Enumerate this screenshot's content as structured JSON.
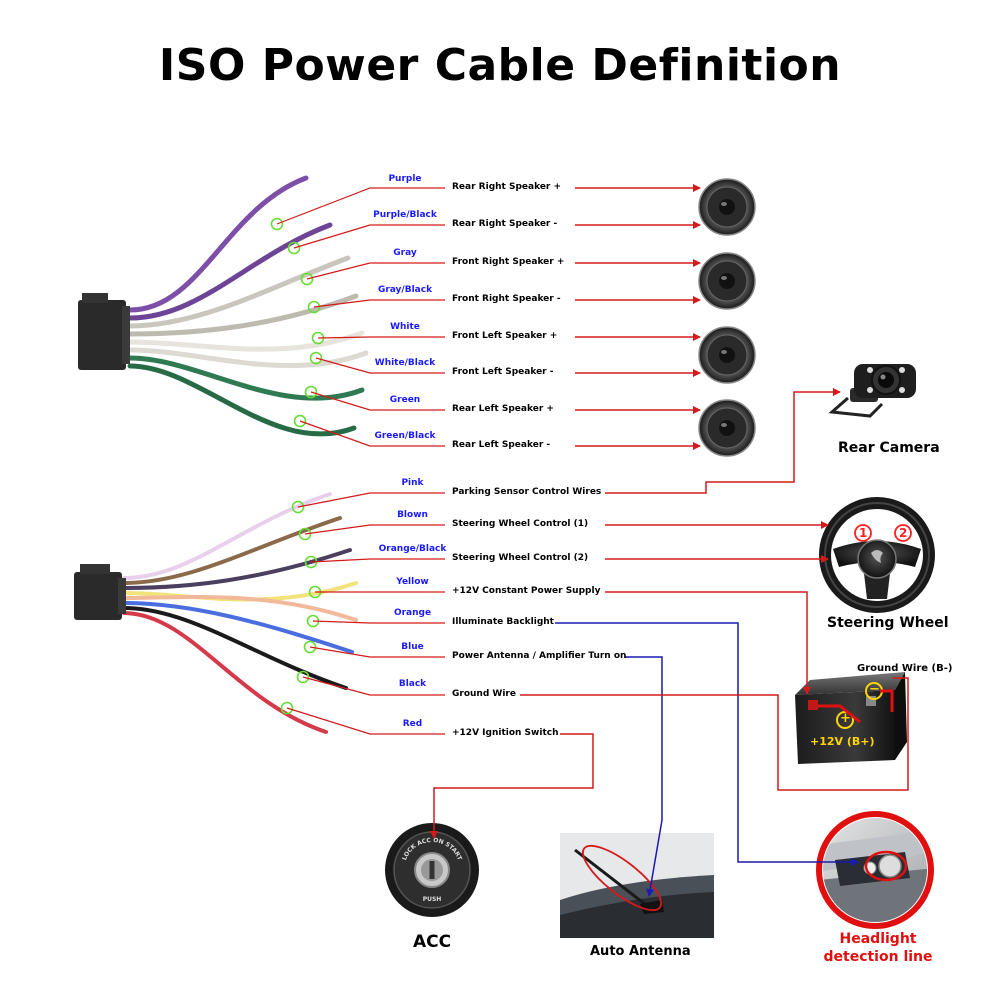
{
  "title": "ISO Power Cable Definition",
  "colors": {
    "wire_line": "#d41a1a",
    "connector_line": "#1a1ab4",
    "joint_ring": "#66dd33",
    "color_label": "#1a1aff"
  },
  "speaker_wires": [
    {
      "color_name": "Purple",
      "function": "Rear Right Speaker +",
      "wire_hex": "#7e4fa8"
    },
    {
      "color_name": "Purple/Black",
      "function": "Rear Right Speaker -",
      "wire_hex": "#6e4596"
    },
    {
      "color_name": "Gray",
      "function": "Front Right Speaker +",
      "wire_hex": "#c9c7bd"
    },
    {
      "color_name": "Gray/Black",
      "function": "Front Right Speaker -",
      "wire_hex": "#bdbbb0"
    },
    {
      "color_name": "White",
      "function": "Front Left Speaker +",
      "wire_hex": "#e6e4dc"
    },
    {
      "color_name": "White/Black",
      "function": "Front Left Speaker -",
      "wire_hex": "#dcdad2"
    },
    {
      "color_name": "Green",
      "function": "Rear Left Speaker +",
      "wire_hex": "#2f7a52"
    },
    {
      "color_name": "Green/Black",
      "function": "Rear Left Speaker -",
      "wire_hex": "#276b46"
    }
  ],
  "power_wires": [
    {
      "color_name": "Pink",
      "function": "Parking Sensor Control Wires",
      "wire_hex": "#e8d0ec"
    },
    {
      "color_name": "Blown",
      "function": "Steering Wheel Control  (1)",
      "wire_hex": "#8a6a4a"
    },
    {
      "color_name": "Orange/Black",
      "function": "Steering Wheel Control  (2)",
      "wire_hex": "#4a3f5e"
    },
    {
      "color_name": "Yellow",
      "function": "+12V Constant Power Supply",
      "wire_hex": "#f2e27a"
    },
    {
      "color_name": "Orange",
      "function": "Illuminate Backlight",
      "wire_hex": "#f2b89a"
    },
    {
      "color_name": "Blue",
      "function": "Power Antenna / Amplifier Turn on",
      "wire_hex": "#4a6ee0"
    },
    {
      "color_name": "Black",
      "function": "Ground Wire",
      "wire_hex": "#1a1a1a"
    },
    {
      "color_name": "Red",
      "function": "+12V  Ignition Switch",
      "wire_hex": "#d43a4a"
    }
  ],
  "devices": {
    "rear_camera": "Rear Camera",
    "steering_wheel": "Steering Wheel",
    "steering_marks": [
      "1",
      "2"
    ],
    "ground_wire_label": "Ground Wire (B-)",
    "battery_label": "+12V  (B+)",
    "battery_plus": "+",
    "battery_minus": "−",
    "acc": "ACC",
    "acc_ring_text": "LOCK  ACC  ON  START",
    "acc_push": "PUSH",
    "auto_antenna": "Auto Antenna",
    "headlight_line1": "Headlight",
    "headlight_line2": "detection line"
  }
}
